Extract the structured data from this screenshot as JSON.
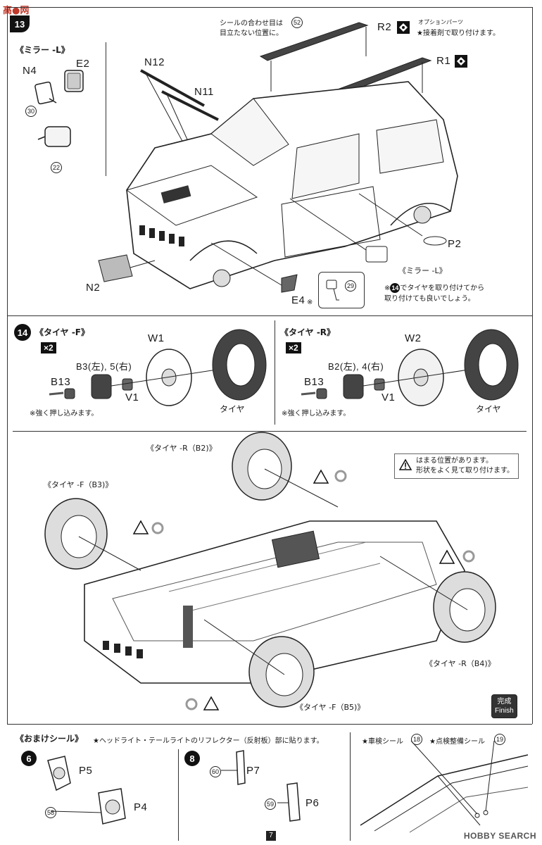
{
  "watermark": {
    "top": "高●网",
    "bottom": "HOBBY SEARCH"
  },
  "page_number": "7",
  "step13": {
    "number": "13",
    "mirror_l_header": "《ミラー -L》",
    "seal_note_line1": "シールの合わせ目は",
    "seal_note_line2": "目立たない位置に。",
    "seal_num": "52",
    "option_label": "オプションパーツ",
    "option_note": "★接着剤で取り付けます。",
    "parts": {
      "N4": "N4",
      "E2": "E2",
      "N12": "N12",
      "N11": "N11",
      "R2": "R2",
      "R1": "R1",
      "P2": "P2",
      "N2": "N2",
      "E4": "E4"
    },
    "e4_mark": "※",
    "num30": "30",
    "num22": "22",
    "num29": "29",
    "mirror_l_label": "《ミラー -L》",
    "tire_note_prefix": "※",
    "tire_note_num": "14",
    "tire_note_rest": "でタイヤを取り付けてから",
    "tire_note_line2": "取り付けても良いでしょう。"
  },
  "step14": {
    "number": "14",
    "front": {
      "header": "《タイヤ -F》",
      "qty": "×2",
      "W": "W1",
      "B_pair": "B3(左), 5(右)",
      "B13": "B13",
      "V": "V1",
      "tire": "タイヤ",
      "note": "※強く押し込みます。"
    },
    "rear": {
      "header": "《タイヤ -R》",
      "qty": "×2",
      "W": "W2",
      "B_pair": "B2(左), 4(右)",
      "B13": "B13",
      "V": "V1",
      "tire": "タイヤ",
      "note": "※強く押し込みます。"
    },
    "assembly": {
      "rear_b2": "《タイヤ -R（B2)》",
      "front_b3": "《タイヤ -F（B3)》",
      "rear_b4": "《タイヤ -R（B4)》",
      "front_b5": "《タイヤ -F（B5)》",
      "caution_line1": "はまる位置があります。",
      "caution_line2": "形状をよく見て取り付けます。",
      "finish_jp": "完成",
      "finish_en": "Finish"
    }
  },
  "bonus": {
    "header": "《おまけシール》",
    "note": "★ヘッドライト・テールライトのリフレクター（反射板）部に貼ります。",
    "step6": "6",
    "step8": "8",
    "P5": "P5",
    "P4": "P4",
    "P7": "P7",
    "P6": "P6",
    "num58": "58",
    "num60": "60",
    "num59": "59",
    "shaken": "★車検シール",
    "shaken_num": "18",
    "tenken": "★点検整備シール",
    "tenken_num": "19"
  }
}
